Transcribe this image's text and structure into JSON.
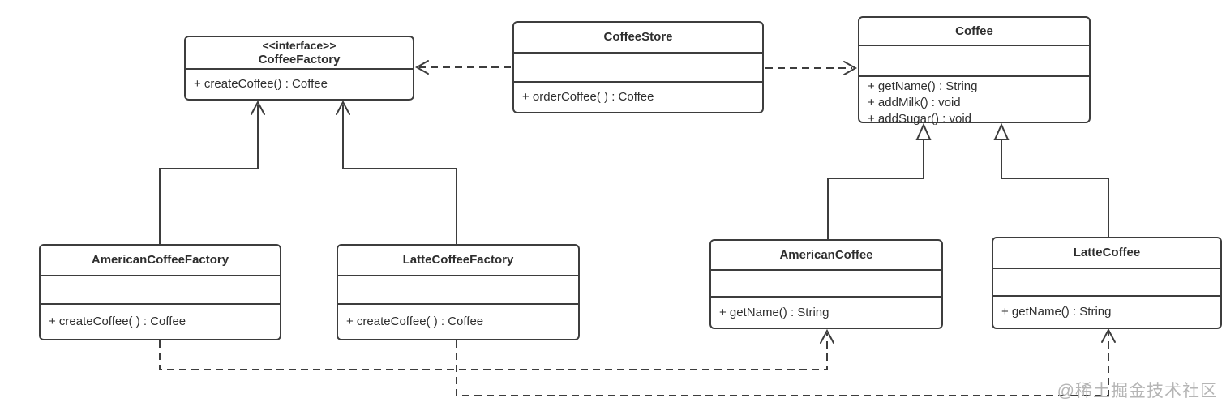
{
  "diagram": {
    "type": "uml-class-diagram",
    "classes": {
      "coffeeFactory": {
        "stereotype": "<<interface>>",
        "name": "CoffeeFactory",
        "attributes": [],
        "methods": [
          "+ createCoffee() : Coffee"
        ]
      },
      "coffeeStore": {
        "name": "CoffeeStore",
        "attributes": [],
        "methods": [
          "+ orderCoffee( ) : Coffee"
        ]
      },
      "coffee": {
        "name": "Coffee",
        "attributes": [],
        "methods": [
          "+ getName() : String",
          "+ addMilk() : void",
          "+ addSugar() : void"
        ]
      },
      "americanCoffeeFactory": {
        "name": "AmericanCoffeeFactory",
        "attributes": [],
        "methods": [
          "+ createCoffee( ) : Coffee"
        ]
      },
      "latteCoffeeFactory": {
        "name": "LatteCoffeeFactory",
        "attributes": [],
        "methods": [
          "+ createCoffee( ) : Coffee"
        ]
      },
      "americanCoffee": {
        "name": "AmericanCoffee",
        "attributes": [],
        "methods": [
          "+ getName() : String"
        ]
      },
      "latteCoffee": {
        "name": "LatteCoffee",
        "attributes": [],
        "methods": [
          "+ getName() : String"
        ]
      }
    },
    "relationships": [
      {
        "from": "CoffeeStore",
        "to": "CoffeeFactory",
        "type": "dependency",
        "style": "dashed-open-arrow"
      },
      {
        "from": "CoffeeStore",
        "to": "Coffee",
        "type": "dependency",
        "style": "dashed-open-arrow"
      },
      {
        "from": "AmericanCoffeeFactory",
        "to": "CoffeeFactory",
        "type": "realization",
        "style": "solid-open-arrow"
      },
      {
        "from": "LatteCoffeeFactory",
        "to": "CoffeeFactory",
        "type": "realization",
        "style": "solid-open-arrow"
      },
      {
        "from": "AmericanCoffee",
        "to": "Coffee",
        "type": "generalization",
        "style": "solid-hollow-triangle"
      },
      {
        "from": "LatteCoffee",
        "to": "Coffee",
        "type": "generalization",
        "style": "solid-hollow-triangle"
      },
      {
        "from": "AmericanCoffeeFactory",
        "to": "AmericanCoffee",
        "type": "dependency",
        "style": "dashed-open-arrow"
      },
      {
        "from": "LatteCoffeeFactory",
        "to": "LatteCoffee",
        "type": "dependency",
        "style": "dashed-open-arrow"
      }
    ],
    "watermark": "@稀土掘金技术社区",
    "colors": {
      "line": "#3d3d3d",
      "text": "#2e2e2e",
      "background": "#ffffff",
      "watermark": "#b5b5b5"
    }
  }
}
